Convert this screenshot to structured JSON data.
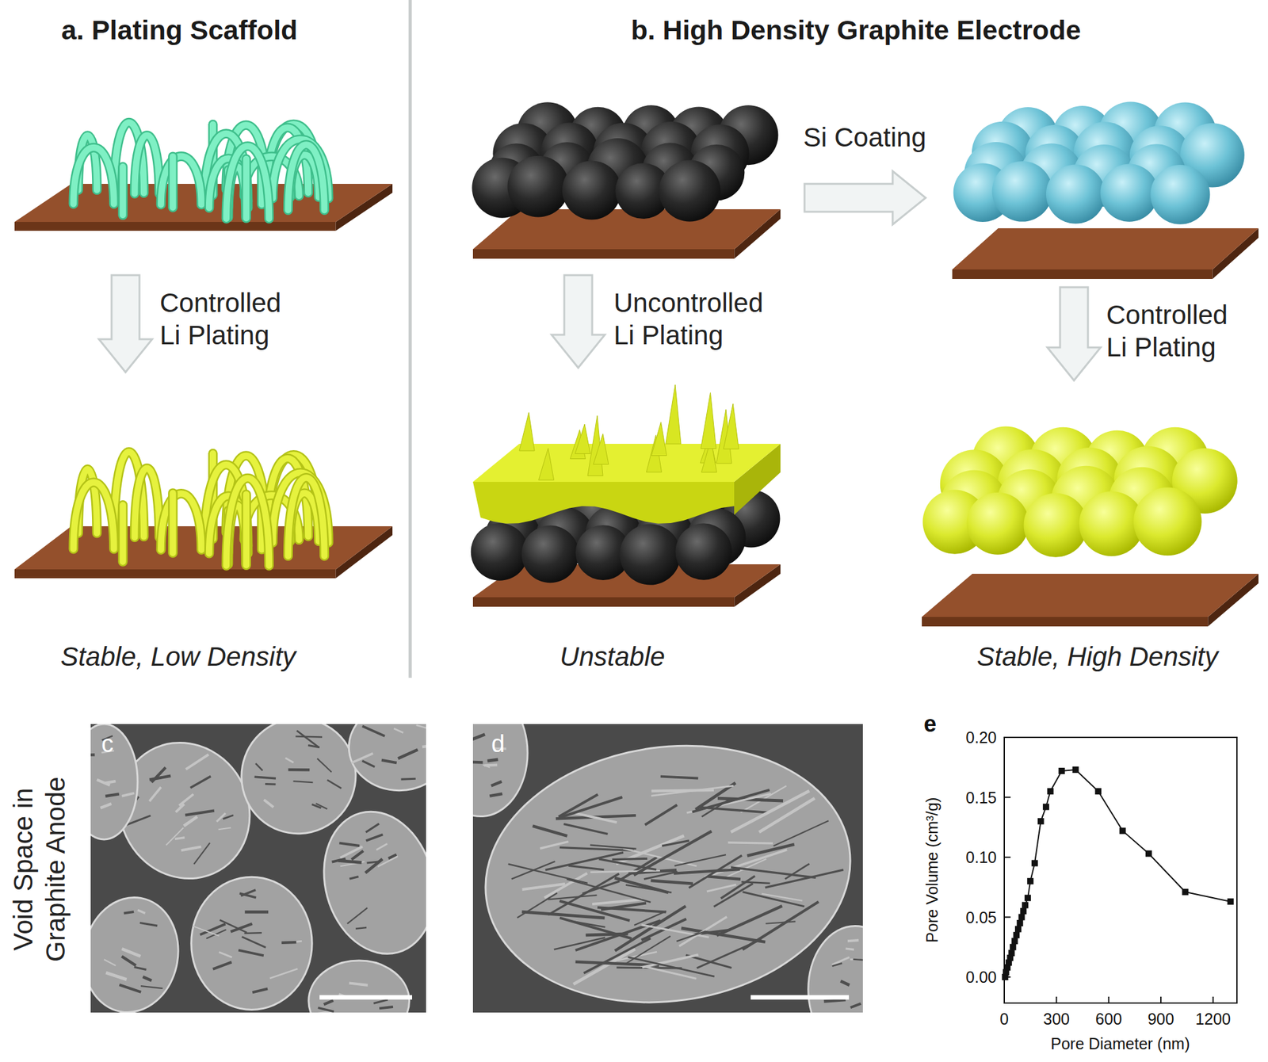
{
  "diagram": {
    "labels": [
      "a. Plating Scaffold",
      "b. High Density Graphite Electrode",
      "Controlled Li Plating",
      "Si Coating",
      "Uncontrolled Li Plating",
      "Controlled Li Plating",
      "Stable, Low Density",
      "Unstable",
      "Stable, High Density",
      "Void Space in Graphite Anode",
      "c",
      "d",
      "e",
      "0.20",
      "0.15",
      "0.10",
      "0.05",
      "0.00",
      "0",
      "300",
      "600",
      "900",
      "1200",
      "Pore Volume (cm³/g)",
      "Pore Diameter (nm)"
    ]
  }
}
